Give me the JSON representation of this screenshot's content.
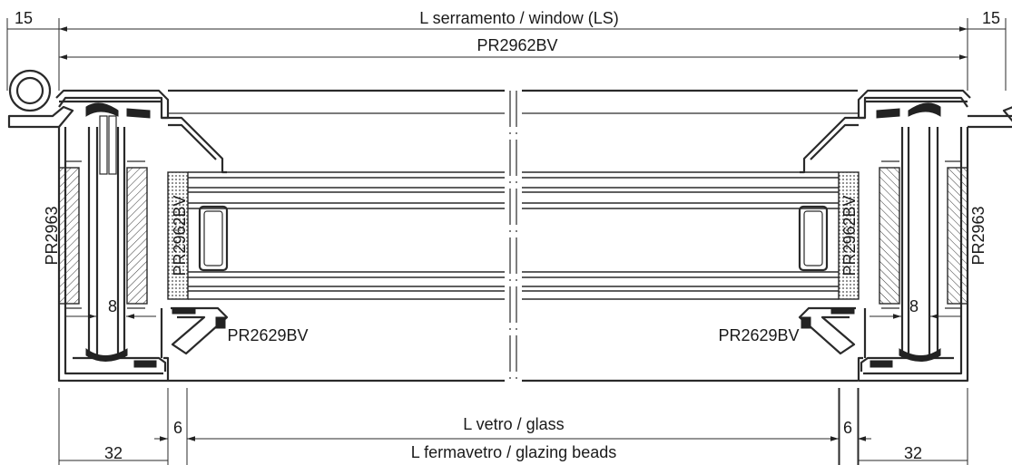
{
  "dimensions": {
    "top_left_offset": "15",
    "top_right_offset": "15",
    "window_width": "L serramento / window (LS)",
    "frame_profile_width": "PR2962BV",
    "glass_width": "L vetro / glass",
    "bead_width": "L fermavetro / glazing beads",
    "left_gap": "6",
    "right_gap": "6",
    "left_bottom": "32",
    "right_bottom": "32",
    "left_inner": "8",
    "right_inner": "8"
  },
  "profiles": {
    "outer_left": "PR2963",
    "outer_right": "PR2963",
    "sash_left": "PR2962BV",
    "sash_right": "PR2962BV",
    "bead_left": "PR2629BV",
    "bead_right": "PR2629BV"
  }
}
